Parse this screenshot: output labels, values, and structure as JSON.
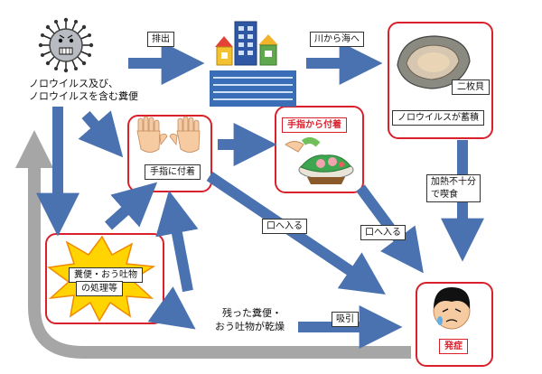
{
  "nodes": {
    "source": {
      "line1": "ノロウイルス及び、",
      "line2": "ノロウイルスを含む糞便"
    },
    "hands": {
      "label": "手指に付着"
    },
    "food": {
      "label": "手指から付着"
    },
    "oyster": {
      "label": "ノロウイルスが蓄積",
      "tag": "二枚貝"
    },
    "disposal": {
      "line1": "糞便・おう吐物",
      "line2": "の処理等"
    },
    "dried": {
      "line1": "残った糞便・",
      "line2": "おう吐物が乾燥"
    },
    "patient": {
      "label": "発症"
    }
  },
  "edges": {
    "discharge": "排出",
    "river_to_sea": "川から海へ",
    "undercooked_line1": "加熱不十分",
    "undercooked_line2": "で喫食",
    "to_mouth_1": "口へ入る",
    "to_mouth_2": "口へ入る",
    "inhale": "吸引"
  },
  "colors": {
    "arrow": "#4a72b0",
    "arrow_stroke": "#34588f",
    "frame": "#d9202b",
    "return_arrow": "#a6a6a6",
    "burst": "#ffd400"
  },
  "icons": {
    "virus": "virus-icon",
    "plant": "sewage-plant-icon",
    "oyster": "oyster-icon",
    "hands": "hands-icon",
    "food": "food-dish-icon",
    "burst": "burst-icon",
    "face": "sick-face-icon"
  }
}
